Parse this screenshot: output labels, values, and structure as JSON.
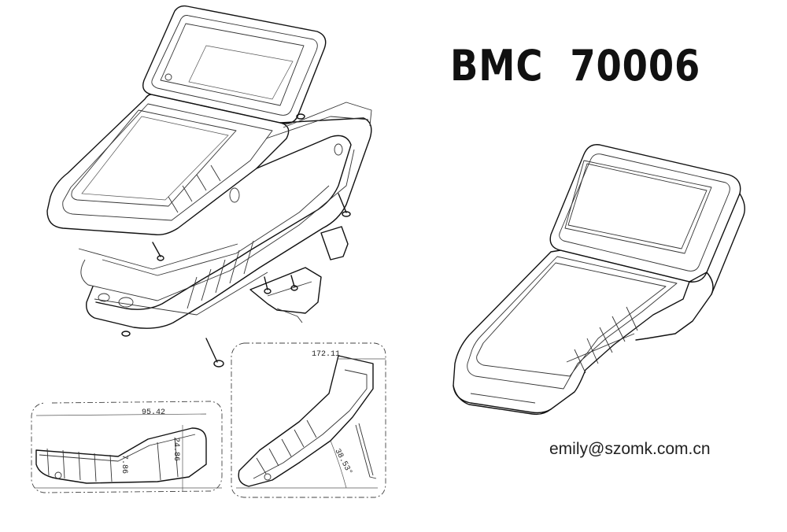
{
  "title": "BMC  70006",
  "contact": "emily@szomk.com.cn",
  "dimensions": {
    "left_width": "95.42",
    "left_height": "24.86",
    "left_small": "7.86",
    "right_width": "172.11",
    "right_angle": "38.53°"
  }
}
